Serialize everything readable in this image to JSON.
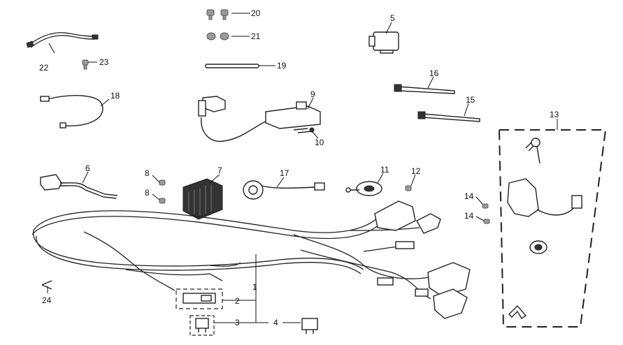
{
  "parts": [
    {
      "id": "p1",
      "callout": "1"
    },
    {
      "id": "p2",
      "callout": "2"
    },
    {
      "id": "p3",
      "callout": "3"
    },
    {
      "id": "p4",
      "callout": "4"
    },
    {
      "id": "p5",
      "callout": "5"
    },
    {
      "id": "p6",
      "callout": "6"
    },
    {
      "id": "p7",
      "callout": "7"
    },
    {
      "id": "p8a",
      "callout": "8"
    },
    {
      "id": "p8b",
      "callout": "8"
    },
    {
      "id": "p9",
      "callout": "9"
    },
    {
      "id": "p10",
      "callout": "10"
    },
    {
      "id": "p11",
      "callout": "11"
    },
    {
      "id": "p12",
      "callout": "12"
    },
    {
      "id": "p13",
      "callout": "13"
    },
    {
      "id": "p14a",
      "callout": "14"
    },
    {
      "id": "p14b",
      "callout": "14"
    },
    {
      "id": "p15",
      "callout": "15"
    },
    {
      "id": "p16",
      "callout": "16"
    },
    {
      "id": "p17",
      "callout": "17"
    },
    {
      "id": "p18",
      "callout": "18"
    },
    {
      "id": "p19",
      "callout": "19"
    },
    {
      "id": "p20",
      "callout": "20"
    },
    {
      "id": "p21",
      "callout": "21"
    },
    {
      "id": "p22",
      "callout": "22"
    },
    {
      "id": "p23",
      "callout": "23"
    },
    {
      "id": "p24",
      "callout": "24"
    }
  ]
}
